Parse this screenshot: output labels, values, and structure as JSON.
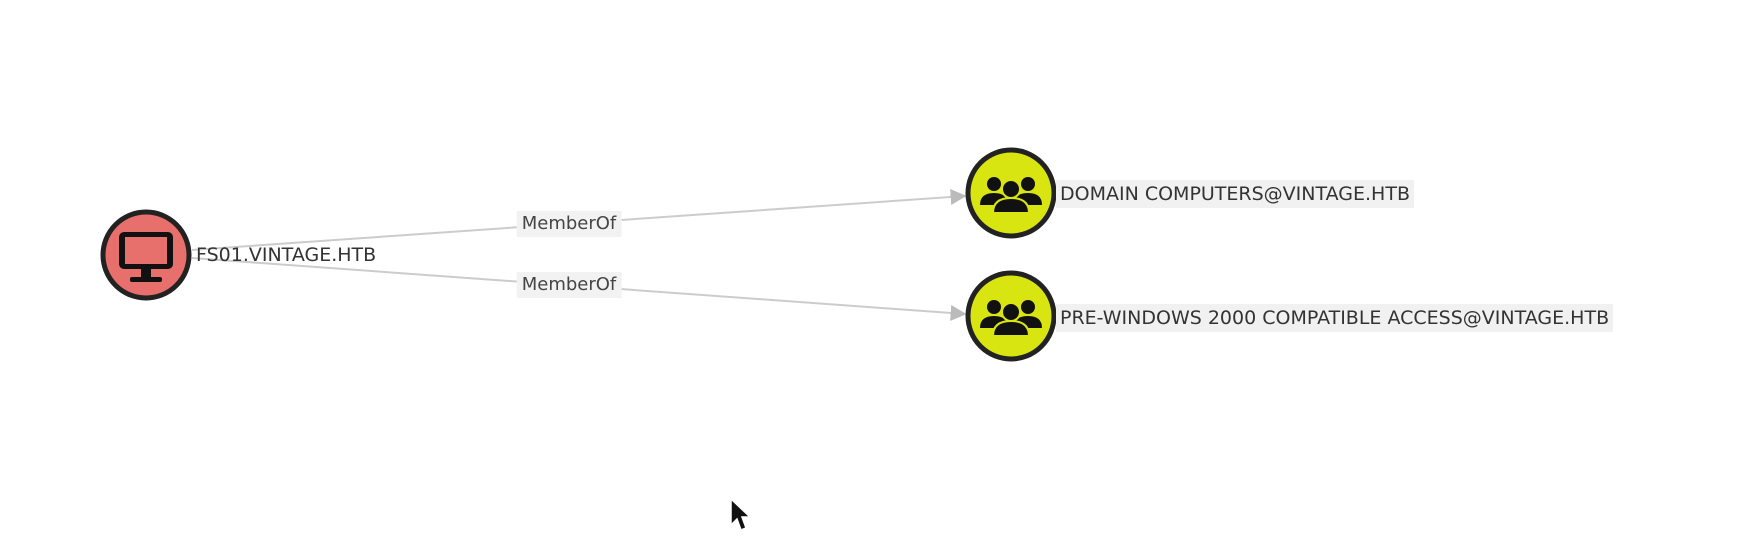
{
  "graph": {
    "nodes": [
      {
        "id": "fs01",
        "label": "FS01.VINTAGE.HTB",
        "kind": "computer",
        "icon": "monitor-icon",
        "fill": "#e8706c"
      },
      {
        "id": "domain-computers",
        "label": "DOMAIN COMPUTERS@VINTAGE.HTB",
        "kind": "group",
        "icon": "group-users-icon",
        "fill": "#d9e511"
      },
      {
        "id": "pre-windows",
        "label": "PRE-WINDOWS 2000 COMPATIBLE ACCESS@VINTAGE.HTB",
        "kind": "group",
        "icon": "group-users-icon",
        "fill": "#d9e511"
      }
    ],
    "edges": [
      {
        "from": "fs01",
        "to": "domain-computers",
        "label": "MemberOf"
      },
      {
        "from": "fs01",
        "to": "pre-windows",
        "label": "MemberOf"
      }
    ]
  },
  "colors": {
    "node_outline": "#222222",
    "edge": "#cccccc",
    "arrow": "#bbbbbb",
    "label_bg": "#f1f1f1"
  },
  "cursor": {
    "icon": "mouse-pointer-icon"
  }
}
